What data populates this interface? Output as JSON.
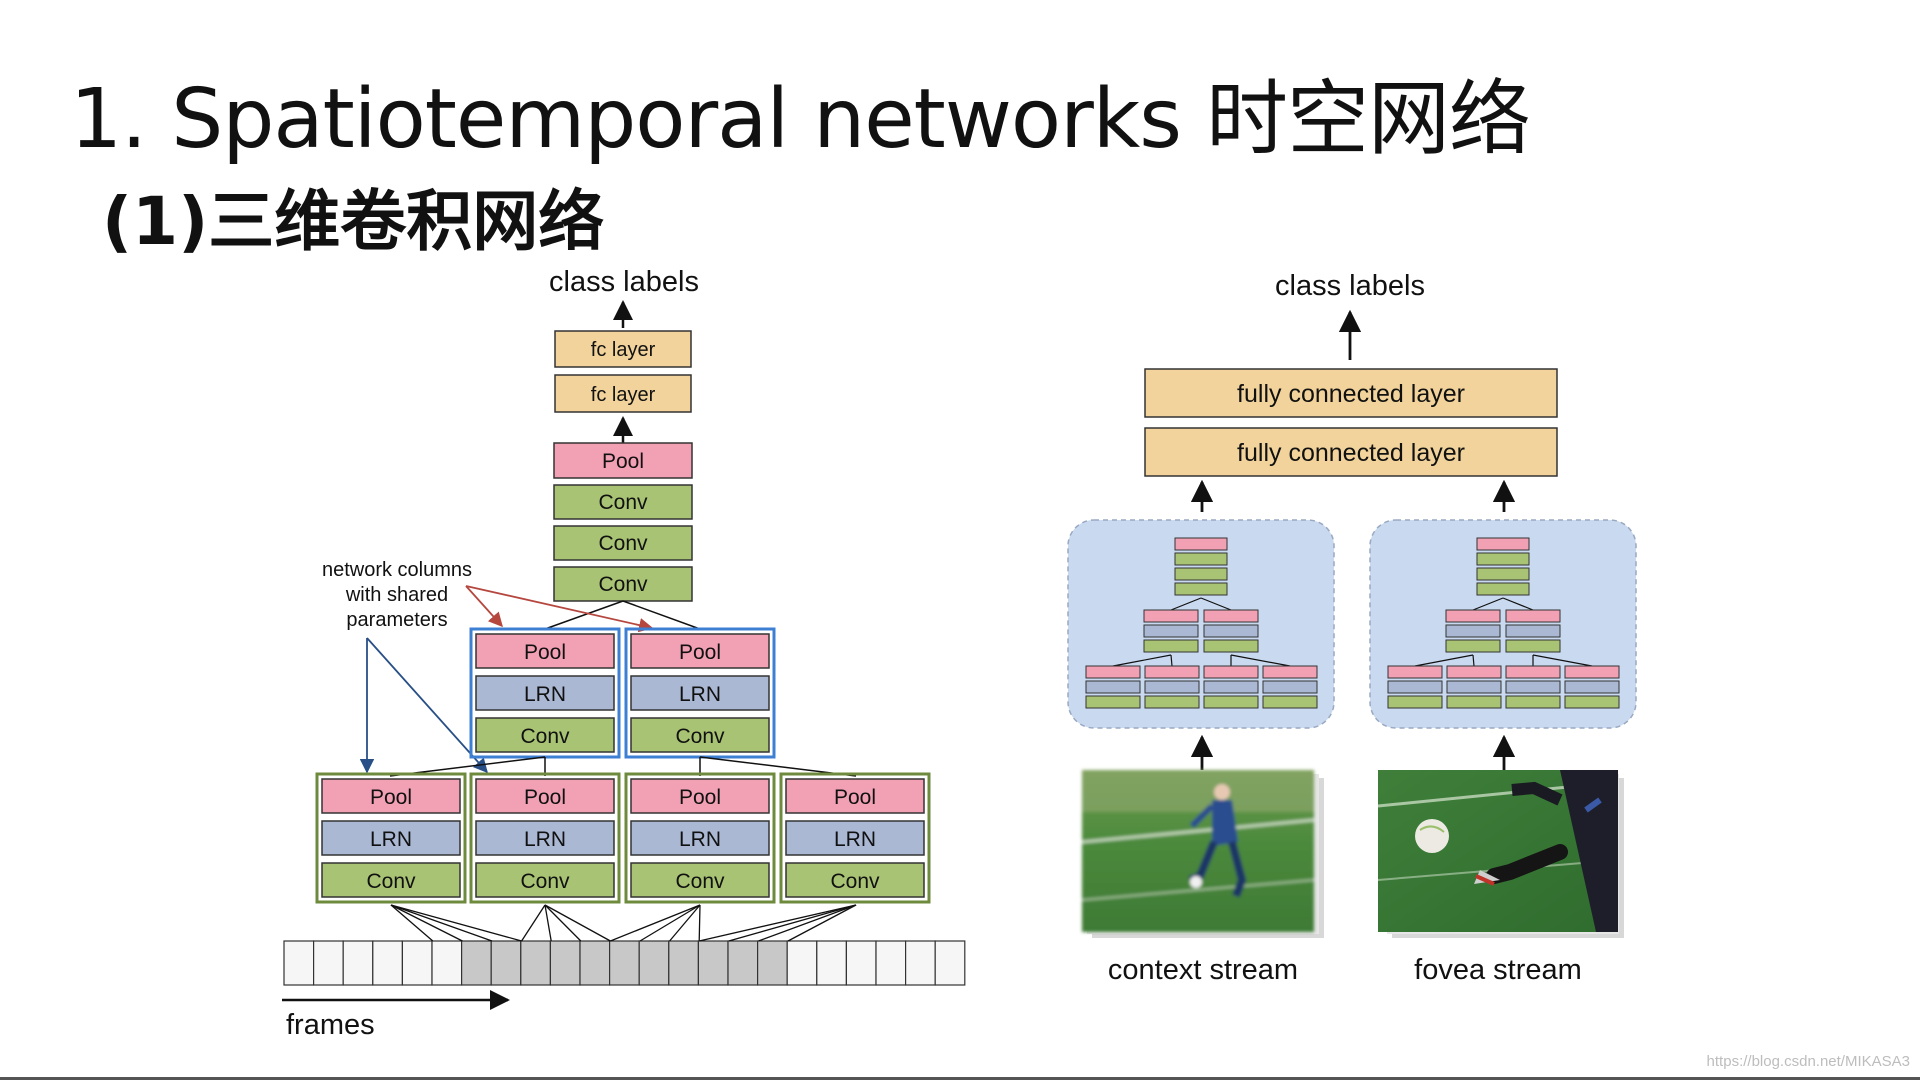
{
  "title": "1. Spatiotemporal networks 时空网络",
  "subtitle": "(1)三维卷积网络",
  "left_diagram": {
    "class_labels": "class labels",
    "fc_layers": [
      "fc layer",
      "fc layer"
    ],
    "top_column": [
      "Pool",
      "Conv",
      "Conv",
      "Conv"
    ],
    "shared_note": [
      "network columns",
      "with shared",
      "parameters"
    ],
    "mid_column": [
      "Pool",
      "LRN",
      "Conv"
    ],
    "bottom_column": [
      "Pool",
      "LRN",
      "Conv"
    ],
    "frames_label": "frames"
  },
  "right_diagram": {
    "class_labels": "class labels",
    "fc_layers": [
      "fully connected layer",
      "fully connected layer"
    ],
    "streams": [
      "context stream",
      "fovea stream"
    ]
  },
  "colors": {
    "pool": "#f2a0b4",
    "conv": "#a8c373",
    "lrn": "#aab8d4",
    "fc": "#f1d39b",
    "column_outline_blue": "#3c7fd3",
    "column_outline_green": "#6e8b3d",
    "stream_bg": "#c9d9ef",
    "frame_gray": "#c8c8c8"
  },
  "watermark": "https://blog.csdn.net/MIKASA3"
}
